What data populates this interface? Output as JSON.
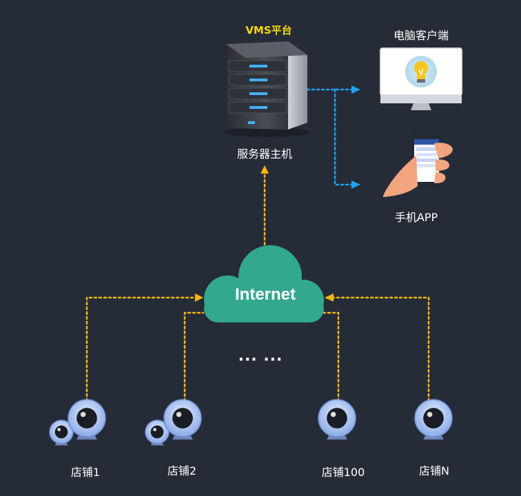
{
  "platform": {
    "title": "VMS平台"
  },
  "server": {
    "label": "服务器主机"
  },
  "cloud": {
    "label": "Internet"
  },
  "clients": {
    "pc_label": "电脑客户端",
    "mobile_label": "手机APP"
  },
  "ellipsis": "··· ···",
  "stores": [
    {
      "label": "店铺1"
    },
    {
      "label": "店铺2"
    },
    {
      "label": "店铺100"
    },
    {
      "label": "店铺N"
    }
  ],
  "colors": {
    "background": "#262c37",
    "store_link": "#f5b80e",
    "client_link": "#1aa3f0",
    "cloud": "#33a890",
    "platform_title": "#f5d60f"
  }
}
